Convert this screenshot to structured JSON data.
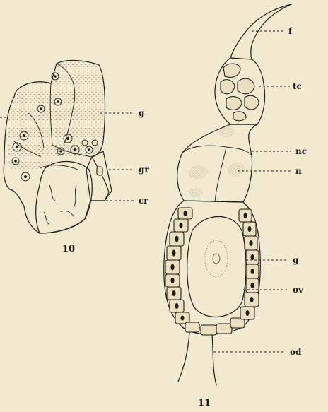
{
  "figures": [
    {
      "number": "10",
      "labels": {
        "g": "g",
        "gr": "gr",
        "cr": "cr"
      }
    },
    {
      "number": "11",
      "labels": {
        "f": "f",
        "tc": "tc",
        "nc": "nc",
        "n": "n",
        "g": "g",
        "ov": "ov",
        "od": "od"
      }
    }
  ],
  "colors": {
    "paper": "#f1ead0",
    "ink": "#1d1b17"
  }
}
